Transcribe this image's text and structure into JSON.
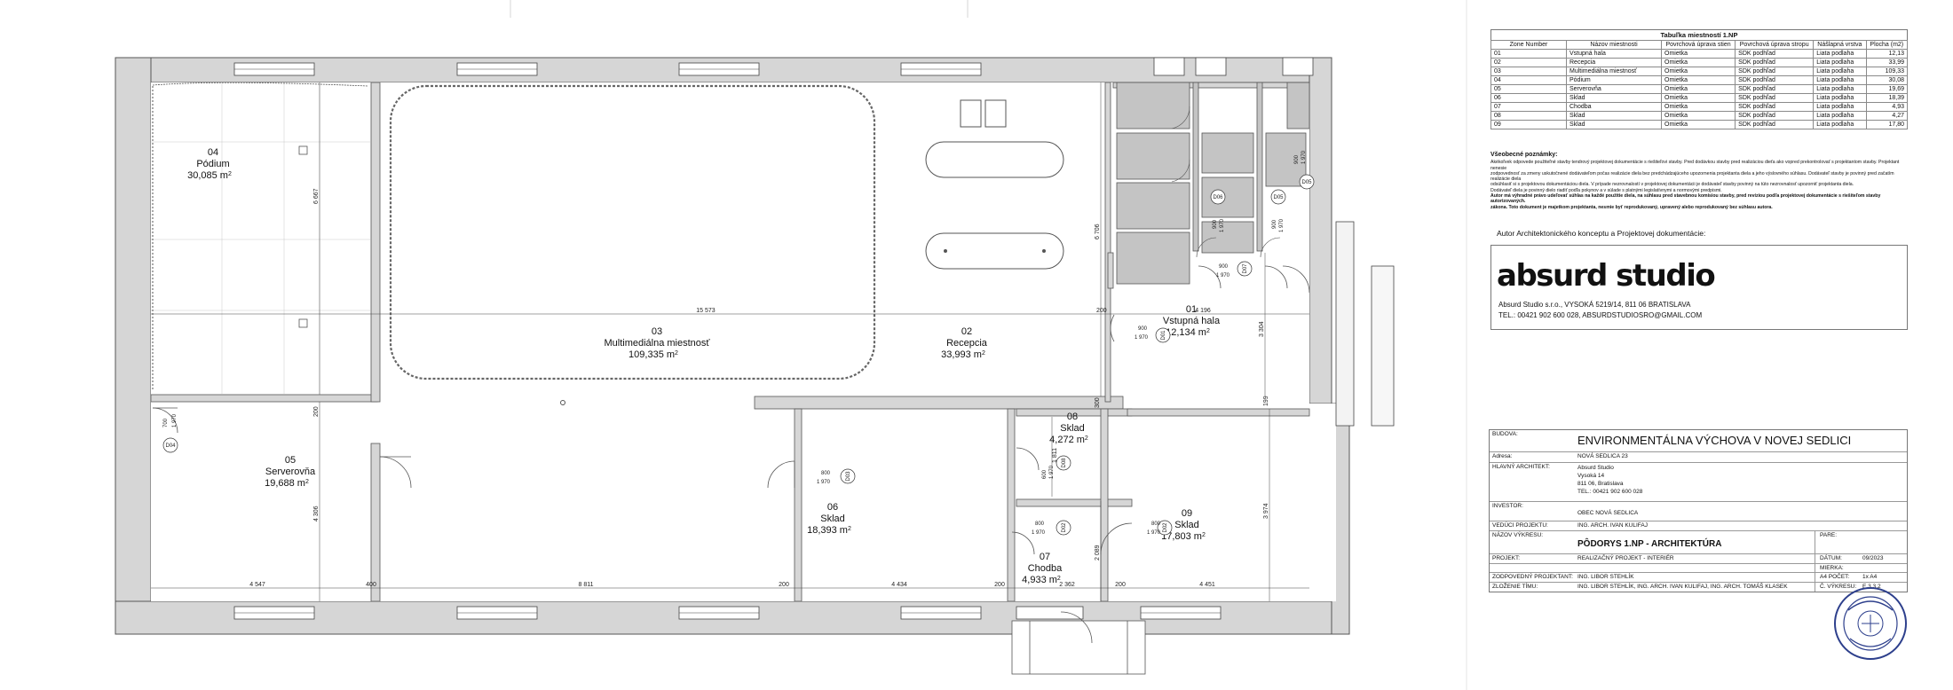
{
  "rooms": [
    {
      "id": "04",
      "name": "Pódium",
      "area": "30,085 m"
    },
    {
      "id": "03",
      "name": "Multimediálna miestnosť",
      "area": "109,335 m"
    },
    {
      "id": "02",
      "name": "Recepcia",
      "area": "33,993 m"
    },
    {
      "id": "01",
      "name": "Vstupná hala",
      "area": "12,134 m"
    },
    {
      "id": "05",
      "name": "Serverovňa",
      "area": "19,688 m"
    },
    {
      "id": "06",
      "name": "Sklad",
      "area": "18,393 m"
    },
    {
      "id": "08",
      "name": "Sklad",
      "area": "4,272 m"
    },
    {
      "id": "07",
      "name": "Chodba",
      "area": "4,933 m"
    },
    {
      "id": "09",
      "name": "Sklad",
      "area": "17,803 m"
    }
  ],
  "area_unit_sup": "2",
  "dimensions": {
    "overall_width": "15 573",
    "podium_height": "6 667",
    "main_height": "6 706",
    "hall_width": "4 196",
    "hall_height": "3 304",
    "wall_200a": "200",
    "wall_200b": "200",
    "wall_300": "300",
    "wall_199": "199",
    "server_height": "4 306",
    "sklad09_height": "3 974",
    "corr_height": "2 089",
    "s08_height": "1 811",
    "bottom": [
      "4 547",
      "400",
      "8 811",
      "200",
      "4 434",
      "200",
      "2 362",
      "200",
      "4 451"
    ]
  },
  "doors": [
    {
      "tag": "D06",
      "w": "900",
      "h": "1 970"
    },
    {
      "tag": "D05",
      "w": "900",
      "h": "1 970"
    },
    {
      "tag": "D05",
      "w": "900",
      "h": "1 970"
    },
    {
      "tag": "D07",
      "w": "900",
      "h": "1 970"
    },
    {
      "tag": "D01",
      "w": "900",
      "h": "1 970"
    },
    {
      "tag": "D04",
      "w": "700",
      "h": "1 970"
    },
    {
      "tag": "D03",
      "w": "800",
      "h": "1 970"
    },
    {
      "tag": "D02",
      "w": "800",
      "h": "1 970"
    },
    {
      "tag": "D02",
      "w": "800",
      "h": "1 970"
    },
    {
      "tag": "D08",
      "w": "600",
      "h": "1 970"
    }
  ],
  "table": {
    "title": "Tabuľka miestností 1.NP",
    "headers": [
      "Zone Number",
      "Názov miestnosti",
      "Povrchová úprava stien",
      "Povrchová úprava stropu",
      "Nášlapná vrstva",
      "Plocha (m2)"
    ],
    "rows": [
      [
        "01",
        "Vstupná hala",
        "Omietka",
        "SDK podhľad",
        "Liata podlaha",
        "12,13"
      ],
      [
        "02",
        "Recepcia",
        "Omietka",
        "SDK podhľad",
        "Liata podlaha",
        "33,99"
      ],
      [
        "03",
        "Multimediálna miestnosť",
        "Omietka",
        "SDK podhľad",
        "Liata podlaha",
        "109,33"
      ],
      [
        "04",
        "Pódium",
        "Omietka",
        "SDK podhľad",
        "Liata podlaha",
        "30,08"
      ],
      [
        "05",
        "Serverovňa",
        "Omietka",
        "SDK podhľad",
        "Liata podlaha",
        "19,69"
      ],
      [
        "06",
        "Sklad",
        "Omietka",
        "SDK podhľad",
        "Liata podlaha",
        "18,39"
      ],
      [
        "07",
        "Chodba",
        "Omietka",
        "SDK podhľad",
        "Liata podlaha",
        "4,93"
      ],
      [
        "08",
        "Sklad",
        "Omietka",
        "SDK podhľad",
        "Liata podlaha",
        "4,27"
      ],
      [
        "09",
        "Sklad",
        "Omietka",
        "SDK podhľad",
        "Liata podlaha",
        "17,80"
      ]
    ]
  },
  "notes": {
    "title": "Všeobecné poznámky:",
    "lines": [
      "Akékoľvek odpovede použiteľné stavby tendrový projektovej dokumentácie s riešiteľovi stavby. Pred dodávkou stavby pred realizáciou dieťa ako vopred prekontrolovať s projektantom stavby. Projektant nenesie",
      "zodpovednosť za zmeny uskutočnené dodávateľom počas realizácie diela bez predchádzajúceho upozornenia projektanta diela a jeho výslovného súhlasu. Dodávateľ stavby je povinný pred začatím realizácie diela",
      "odsúhlasiť si s projektovou dokumentáciou diela. V prípade nezrovnalostí v projektovej dokumentácii je dodávateľ stavby povinný na túto nezrovnalosť upozorniť projektanta diela.",
      "Dodávateľ diela je povinný dielo riadiť podľa pokynov a v súlade s platnými legislatívnymi a normovými predpismi."
    ],
    "bold1": "Autor má výhradné právo udeľovať súhlas na každé použitie diela, na súhlasu pred stavebnou komisiou stavby, pred revíziou podľa projektovej dokumentácie s riešiteľom stavby autorizovaných.",
    "bold2": "zákona. Toto dokument je majetkom projektanta, nesmie byť reprodukovaný, upravený alebo reprodukovaný bez súhlasu autora."
  },
  "author": {
    "caption": "Autor Architektonického konceptu a Projektovej dokumentácie:",
    "logo": "absurd studio",
    "line1": "Absurd Studio s.r.o., VYSOKÁ 5219/14, 811 06 BRATISLAVA",
    "line2": "TEL.: 00421 902 600 028, ABSURDSTUDIOSRO@GMAIL.COM"
  },
  "title_block": {
    "budova_k": "BUDOVA:",
    "budova_v": "ENVIRONMENTÁLNA VÝCHOVA V NOVEJ SEDLICI",
    "adresa_k": "Adresa:",
    "adresa_v": "NOVÁ SEDLICA 23",
    "arch_k": "HLAVNÝ ARCHITEKT:",
    "arch_v": [
      "Absurd Studio",
      "Vysoká 14",
      "811 06, Bratislava",
      "TEL.: 00421 902 600 028"
    ],
    "investor_k": "INVESTOR:",
    "investor_v": "OBEC NOVÁ SEDLICA",
    "veduci_k": "VEDÚCI PROJEKTU:",
    "veduci_v": "ING. ARCH. IVAN KULIFAJ",
    "vykres_k": "NÁZOV VÝKRESU:",
    "vykres_v": "PÔDORYS 1.NP - ARCHITEKTÚRA",
    "pare_k": "PARE:",
    "projekt_k": "PROJEKT:",
    "projekt_v": "REALIZAČNÝ PROJEKT - INTERIÉR",
    "datum_k": "DÁTUM:",
    "datum_v": "09/2023",
    "mierka_k": "MIERKA:",
    "zodp_k": "ZODPOVEDNÝ PROJEKTANT:",
    "zodp_v": "ING. LIBOR STEHLÍK",
    "a4_k": "A4 POČET:",
    "a4_v": "1x A4",
    "tim_k": "ZLOŽENIE TÍMU:",
    "tim_v": "ING. LIBOR STEHLÍK, ING. ARCH. IVAN KULIFAJ, ING. ARCH. TOMÁŠ KLASEK",
    "cvyk_k": "Č. VÝKRESU:",
    "cvyk_v": "E.3.3.2"
  },
  "colors": {
    "wall": "#d6d6d6",
    "wall_stroke": "#555555",
    "fixture": "#bcbcbc",
    "line": "#333333",
    "stamp": "#2d3f8c"
  }
}
